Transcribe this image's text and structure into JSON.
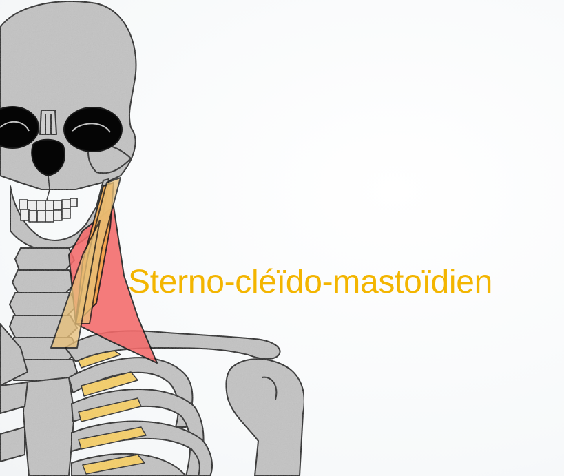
{
  "label": {
    "text": "Sterno-cléïdo-mastoïdien"
  },
  "colors": {
    "bone_fill": "#c3c3c3",
    "bone_outline": "#1a1a1a",
    "eye_socket": "#050505",
    "muscle_red": "#f46a6a",
    "muscle_orange": "#f4a84a",
    "muscle_tan": "#e8c07a",
    "rib_cartilage": "#f6cf63",
    "label_color": "#f3b500"
  },
  "icons": {
    "skeleton": "skeleton-illustration",
    "muscle": "sternocleidomastoid-muscle"
  }
}
